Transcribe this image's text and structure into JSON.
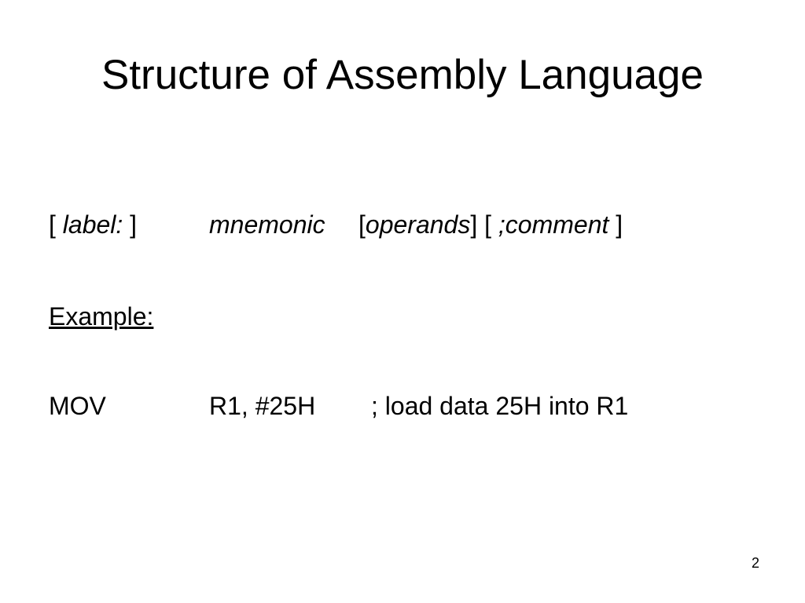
{
  "slide": {
    "title": "Structure of Assembly Language",
    "syntax": {
      "open1": "[ ",
      "label": "label:",
      "close1": " ]",
      "gap1": "",
      "mnemonic": "mnemonic",
      "open2": "[",
      "operands": "operands",
      "close2": "]",
      "open3": " [ ",
      "comment": ";comment",
      "close3": " ]"
    },
    "example_heading": "Example:",
    "example": {
      "mnemonic": "MOV",
      "operands": "R1, #25H",
      "comment": "; load data 25H into R1"
    },
    "page_number": "2"
  }
}
